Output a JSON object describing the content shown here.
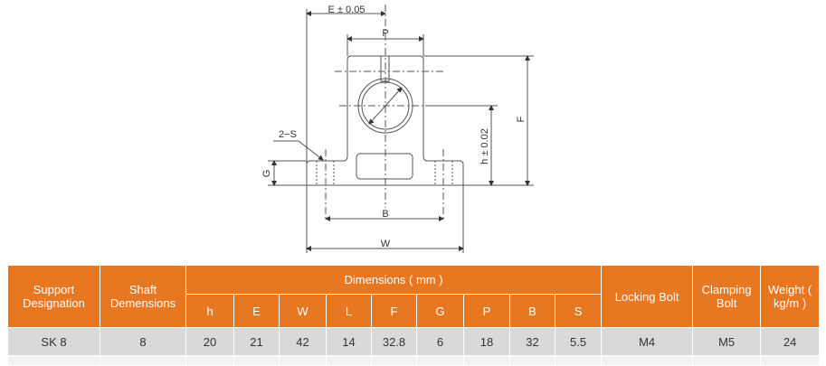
{
  "drawing": {
    "labels": {
      "E": "E ± 0.05",
      "P": "P",
      "F": "F",
      "h": "h ± 0.02",
      "S": "2−S",
      "G": "G",
      "B": "B",
      "W": "W"
    }
  },
  "table": {
    "headers": {
      "support": "Support Designation",
      "shaft": "Shaft Demensions",
      "dimensions": "Dimensions ( mm )",
      "locking": "Locking Bolt",
      "clamping": "Clamping Bolt",
      "weight": "Weight ( kg/m )"
    },
    "dim_columns": [
      "h",
      "E",
      "W",
      "L",
      "F",
      "G",
      "P",
      "B",
      "S"
    ],
    "rows": [
      {
        "designation": "SK 8",
        "shaft": "8",
        "dims": [
          "20",
          "21",
          "42",
          "14",
          "32.8",
          "6",
          "18",
          "32",
          "5.5"
        ],
        "locking": "M4",
        "clamping": "M5",
        "weight": "24"
      }
    ]
  },
  "colors": {
    "header": "#e87722",
    "row": "#d9d9d9"
  }
}
